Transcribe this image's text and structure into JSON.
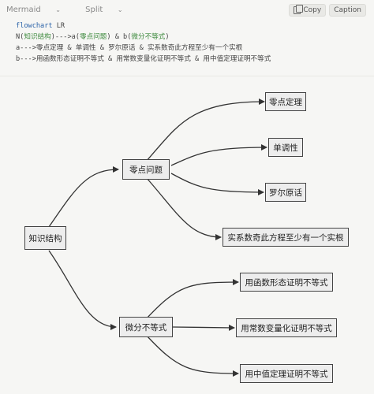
{
  "toolbar": {
    "tab_mermaid": "Mermaid",
    "tab_split": "Split",
    "copy_label": "Copy",
    "caption_label": "Caption"
  },
  "code": {
    "line1_kw": "flowchart",
    "line1_rest": " LR",
    "line2_a": "N(",
    "line2_b": "知识结构",
    "line2_c": ")--->a(",
    "line2_d": "零点问题",
    "line2_e": ") & b(",
    "line2_f": "微分不等式",
    "line2_g": ")",
    "line3": "a--->零点定理 & 单调性 & 罗尔原话 & 实系数奇此方程至少有一个实根",
    "line4": "b--->用函数形态证明不等式 & 用常数变量化证明不等式 & 用中值定理证明不等式"
  },
  "nodes": {
    "root": "知识结构",
    "a": "零点问题",
    "b": "微分不等式",
    "a1": "零点定理",
    "a2": "单调性",
    "a3": "罗尔原话",
    "a4": "实系数奇此方程至少有一个实根",
    "b1": "用函数形态证明不等式",
    "b2": "用常数变量化证明不等式",
    "b3": "用中值定理证明不等式"
  }
}
